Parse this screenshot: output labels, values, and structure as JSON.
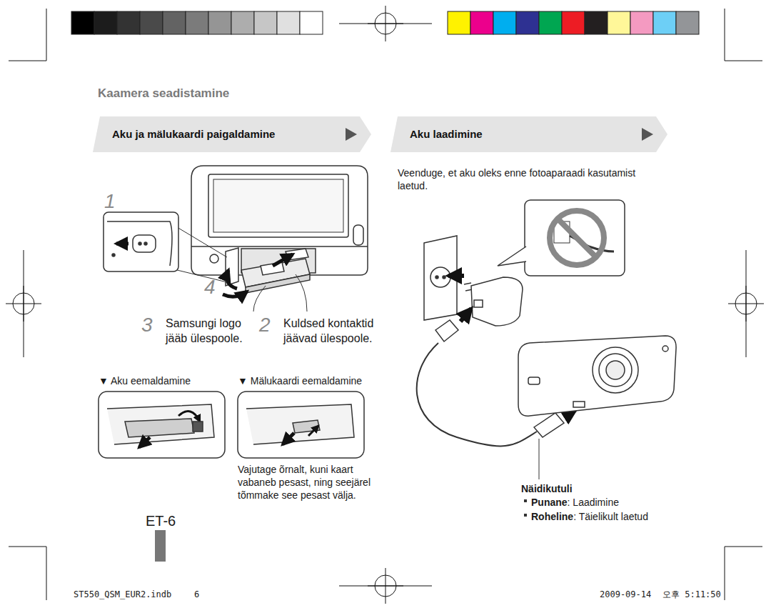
{
  "diagram": {
    "title": "Kaamera seadistamine",
    "nodes": [
      {
        "text": [
          "Aku ja mälukaardi paigaldamine"
        ]
      },
      {
        "text": [
          "Aku laadimine"
        ]
      }
    ],
    "labels": [
      "1",
      "4",
      "3",
      "Samsungi logo jääb ülespoole.",
      "2",
      "Kuldsed kontaktid jäävad ülespoole.",
      "▼ Aku eemaldamine",
      "▼ Mälukaardi eemaldamine",
      "Vajutage õrnalt, kuni kaart vabaneb pesast, ning seejärel tõmmake see pesast välja.",
      "Veenduge, et aku oleks enne fotoaparaadi kasutamist laetud.",
      "Näidikutuli",
      "Punane",
      ": Laadimine",
      "Roheline",
      ": Täielikult laetud",
      "ET-6",
      "ST550_QSM_EUR2.indb",
      "6",
      "2009-09-14",
      "오후 5:11:50"
    ]
  }
}
